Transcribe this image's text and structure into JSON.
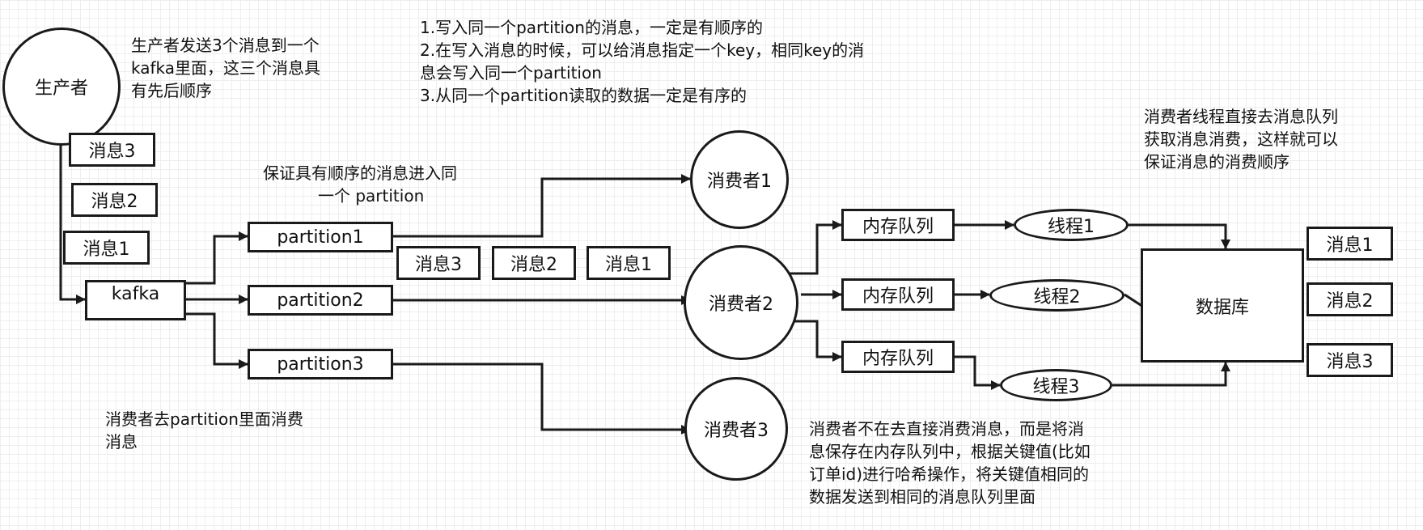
{
  "producer": {
    "label": "生产者"
  },
  "producer_note": [
    "生产者发送3个消息到一个",
    "kafka里面，这三个消息具",
    "有先后顺序"
  ],
  "top_note": [
    "1.写入同一个partition的消息，一定是有顺序的",
    "2.在写入消息的时候，可以给消息指定一个key，相同key的消",
    "息会写入同一个partition",
    "3.从同一个partition读取的数据一定是有序的"
  ],
  "producer_messages": [
    "消息3",
    "消息2",
    "消息1"
  ],
  "kafka": {
    "label": "kafka"
  },
  "partition_note": [
    "保证具有顺序的消息进入同",
    "一个 partition"
  ],
  "partitions": [
    "partition1",
    "partition2",
    "partition3"
  ],
  "inflight_messages": [
    "消息3",
    "消息2",
    "消息1"
  ],
  "consumers": [
    "消费者1",
    "消费者2",
    "消费者3"
  ],
  "consumer_note": [
    "消费者去partition里面消费",
    "消息"
  ],
  "memory_queues": [
    "内存队列",
    "内存队列",
    "内存队列"
  ],
  "threads": [
    "线程1",
    "线程2",
    "线程3"
  ],
  "database": {
    "label": "数据库"
  },
  "thread_note": [
    "消费者线程直接去消息队列",
    "获取消息消费，这样就可以",
    "保证消息的消费顺序"
  ],
  "db_messages": [
    "消息1",
    "消息2",
    "消息3"
  ],
  "queue_note": [
    "消费者不在去直接消费消息，而是将消",
    "息保存在内存队列中，根据关键值(比如",
    "订单id)进行哈希操作，将关键值相同的",
    "数据发送到相同的消息队列里面"
  ]
}
